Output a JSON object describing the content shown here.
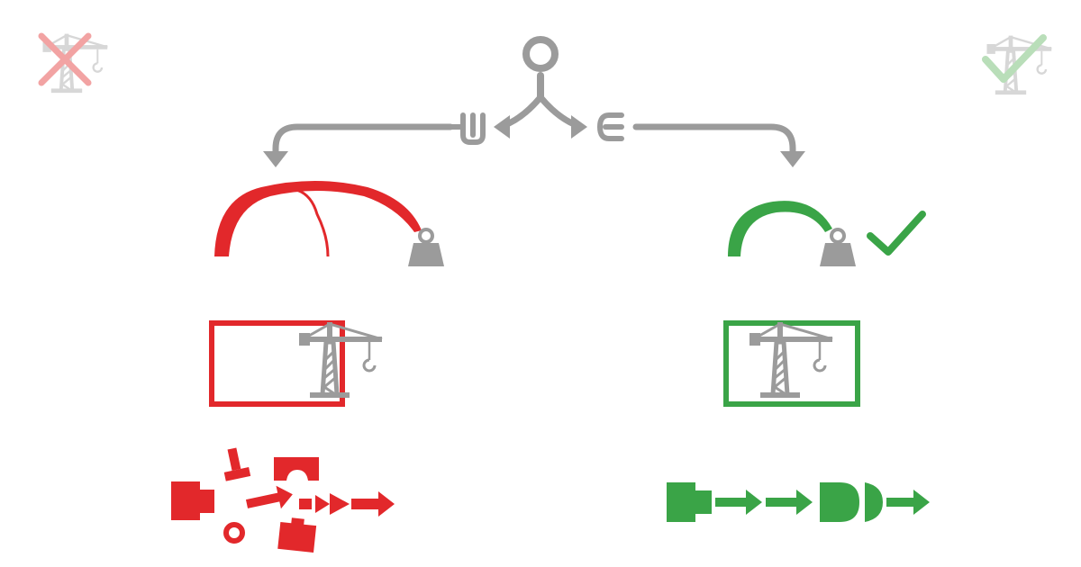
{
  "colors": {
    "background": "#ffffff",
    "neutral": "#9b9b9b",
    "fail": "#e2282b",
    "success": "#3aa447",
    "fail_faded": "#f2a3a3",
    "success_faded": "#b9deb9",
    "crane_faded": "#d7d7d7"
  },
  "icons": {
    "corner_left": "crane-crossed-out-icon",
    "corner_right": "crane-checked-icon",
    "root": "person-node-icon",
    "split_left": "three-prong-plug-icon",
    "split_right": "two-prong-plug-icon",
    "load": "weight-icon",
    "approval": "checkmark-icon",
    "site": "tower-crane-icon",
    "pipeline_start": "plug-block-icon",
    "pipeline_end": "d-shaped-connector-icon"
  },
  "branches": {
    "left": {
      "outcome": "fail",
      "arc_style": "oversized-double-arc",
      "crane_fits_frame": false,
      "pipeline_state": "scattered"
    },
    "right": {
      "outcome": "success",
      "arc_style": "compact-single-arc",
      "crane_fits_frame": true,
      "pipeline_state": "aligned"
    }
  }
}
